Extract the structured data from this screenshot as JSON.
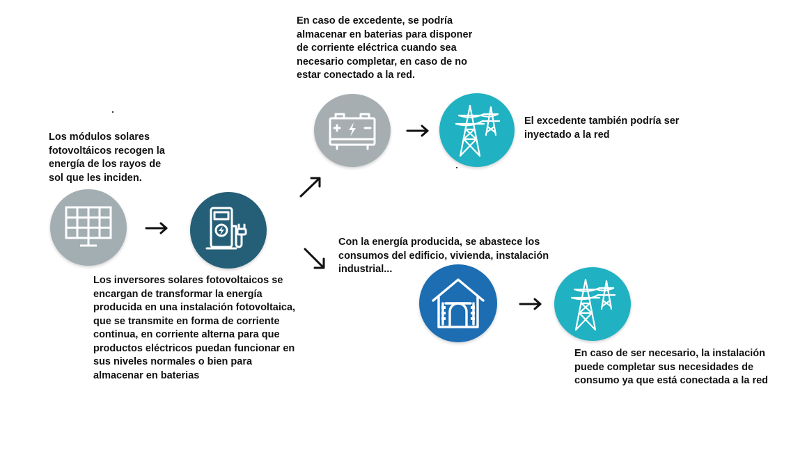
{
  "colors": {
    "solar_circle": "#a3aeb2",
    "inverter_circle": "#255f77",
    "battery_circle": "#a6aeb1",
    "tower_circle": "#20b2c2",
    "house_circle": "#1c6db2",
    "icon": "#ffffff",
    "text": "#111111"
  },
  "nodes": {
    "solar": {
      "icon": "solar-panel-icon",
      "text": "Los módulos solares\nfotovoltáicos recogen la\nenergía de los rayos de\nsol que les inciden."
    },
    "inverter": {
      "icon": "inverter-charger-icon",
      "text": "Los inversores solares fotovoltaicos se\nencargan de transformar la energía\nproducida en una instalación fotovoltaica,\nque se transmite en forma de corriente\ncontinua, en corriente alterna para que\nproductos eléctricos puedan funcionar en\nsus niveles normales o bien para\nalmacenar en baterias"
    },
    "battery": {
      "icon": "battery-icon",
      "text": "En caso de excedente, se podría\nalmacenar en baterias para disponer\nde corriente eléctrica cuando sea\nnecesario completar, en caso de no\nestar conectado a la red."
    },
    "grid_export": {
      "icon": "power-tower-icon",
      "text": "El excedente también podría ser\ninyectado a la red"
    },
    "consumption": {
      "icon": "house-icon",
      "text": "Con la energía producida, se abastece los\nconsumos del edificio, vivienda, instalación\nindustrial..."
    },
    "grid_import": {
      "icon": "power-tower-icon",
      "text": "En caso de ser necesario, la instalación\npuede completar sus necesidades de\nconsumo ya que está conectada a la red"
    }
  }
}
